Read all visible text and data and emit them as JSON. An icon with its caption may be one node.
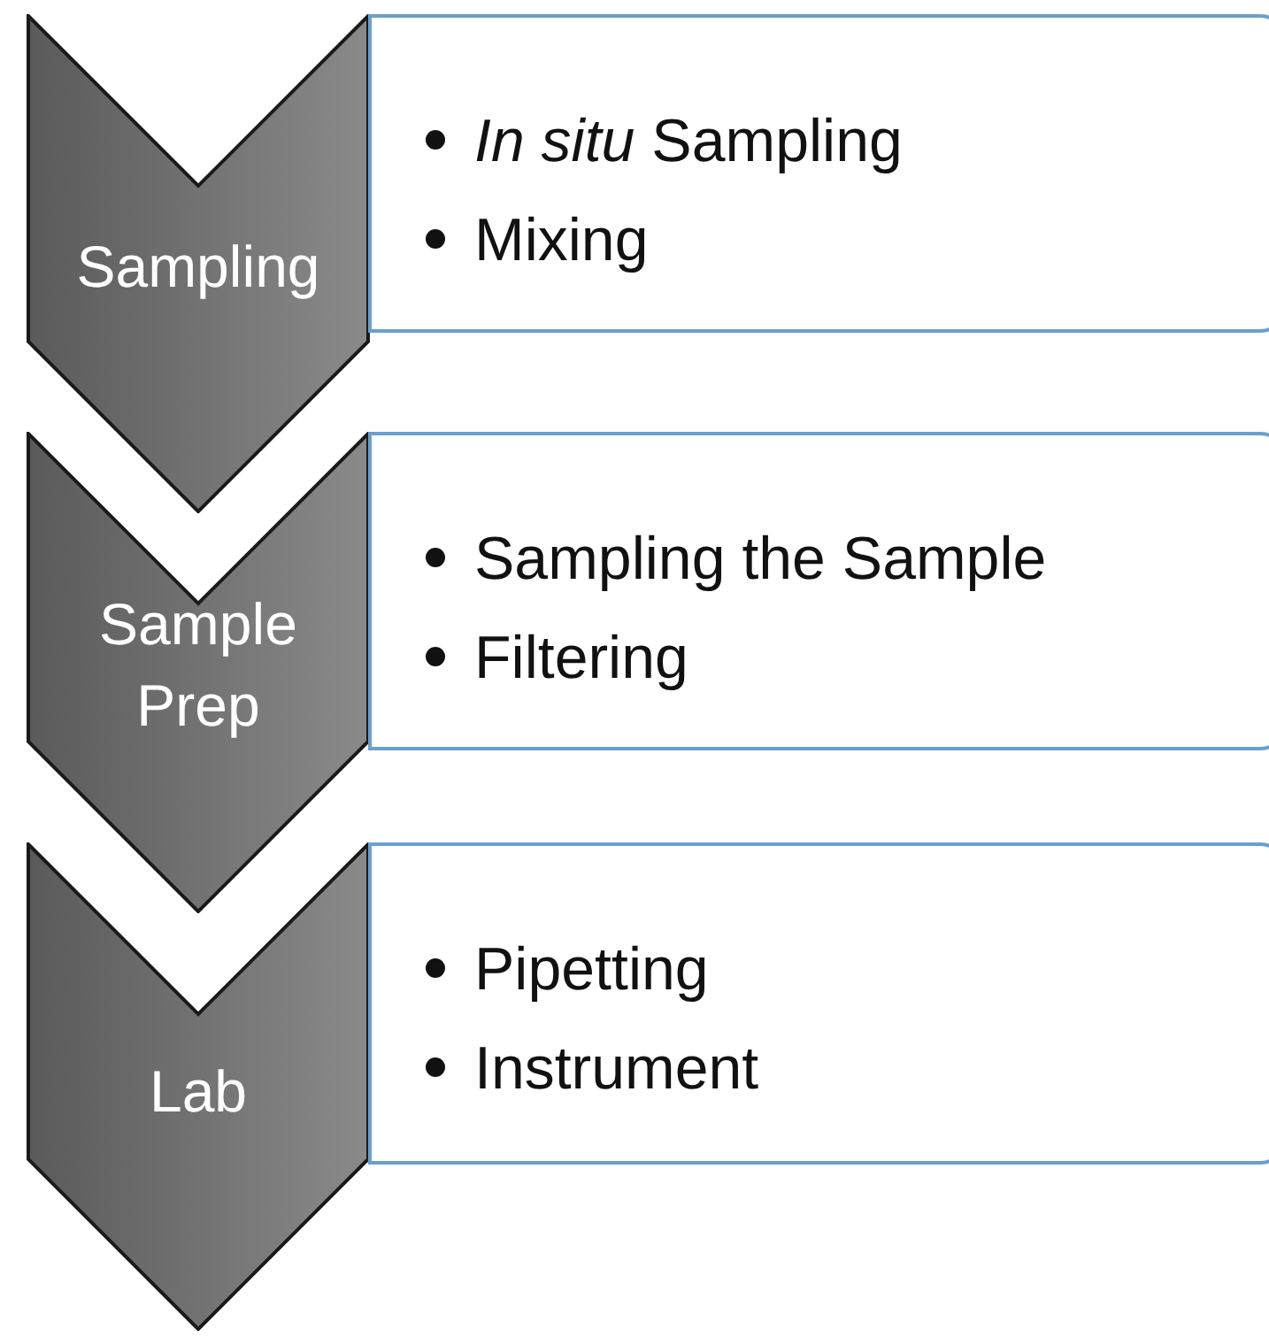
{
  "diagram": {
    "nodes": [
      {
        "text": [
          "Sampling"
        ]
      },
      {
        "text": [
          "*In situ* Sampling",
          "Mixing"
        ]
      },
      {
        "text": [
          "Sample Prep"
        ]
      },
      {
        "text": [
          "Sampling the Sample",
          "Filtering"
        ]
      },
      {
        "text": [
          "Lab"
        ]
      },
      {
        "text": [
          "Pipetting",
          "Instrument"
        ]
      }
    ]
  }
}
